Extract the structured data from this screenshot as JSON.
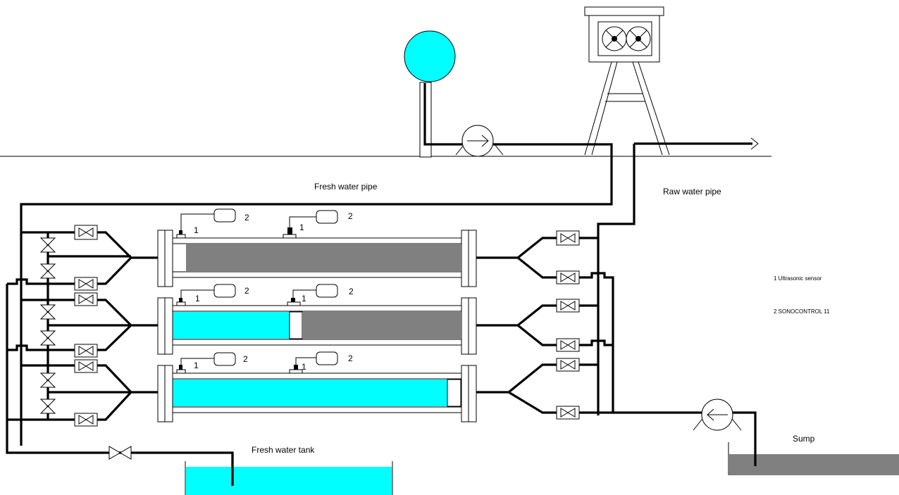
{
  "labels": {
    "fresh_water_pipe": "Fresh water pipe",
    "raw_water_pipe": "Raw water pipe",
    "fresh_water_tank": "Fresh water tank",
    "sump": "Sump"
  },
  "legend": {
    "item1": "1 Ultrasonic sensor",
    "item2": "2 SONOCONTROL 11"
  },
  "sensor_marks": {
    "sensor": "1",
    "controller": "2"
  },
  "tubes": [
    {
      "name": "tube-top",
      "cyan_fraction": 0.0,
      "fill_state": "grey"
    },
    {
      "name": "tube-middle",
      "cyan_fraction": 0.4,
      "fill_state": "cyan+grey"
    },
    {
      "name": "tube-bottom",
      "cyan_fraction": 0.95,
      "fill_state": "cyan"
    }
  ],
  "colors": {
    "water": "#00ffff",
    "raw_water": "#808080",
    "line": "#000000",
    "background": "#ffffff"
  }
}
